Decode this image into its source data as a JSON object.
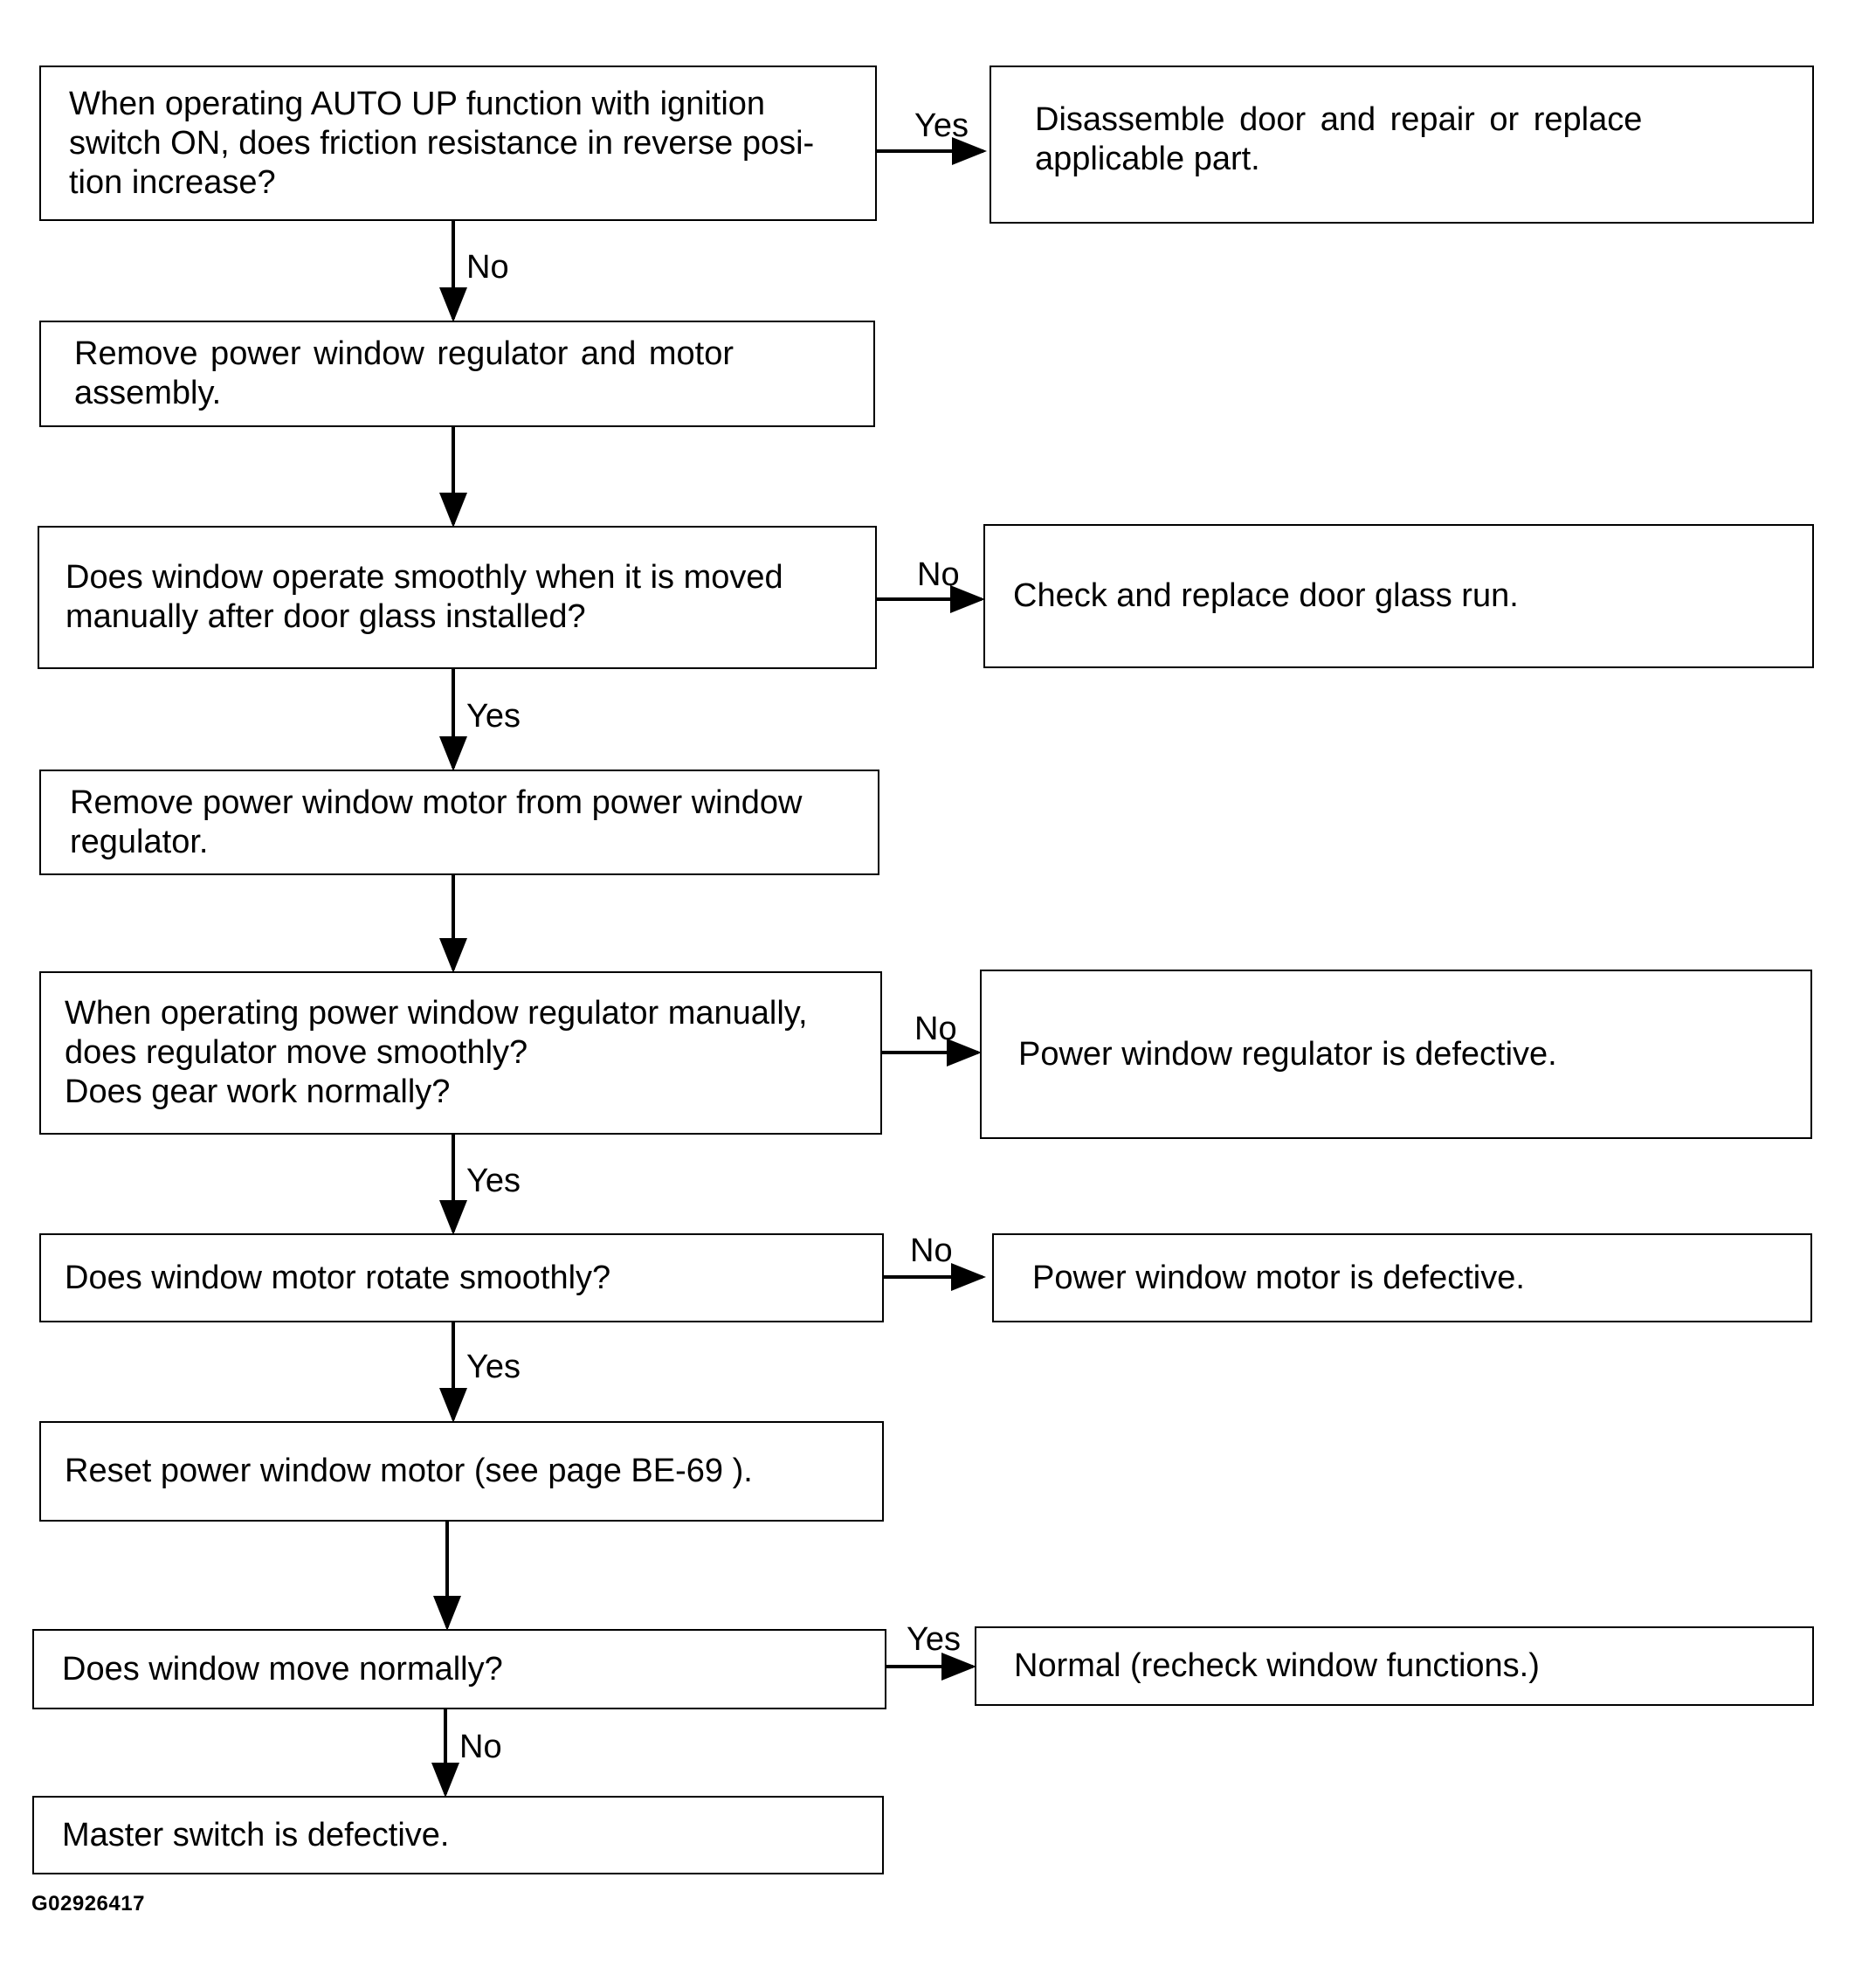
{
  "steps": {
    "q1": "When operating AUTO UP function with ignition switch ON, does friction resistance in reverse position increase?",
    "q1_line1": "When operating AUTO UP function with ignition",
    "q1_line2": "switch ON, does friction resistance in reverse posi-",
    "q1_line3": "tion increase?",
    "r1": "Disassemble door and repair or replace applicable part.",
    "r1_line1": "Disassemble door and repair or replace",
    "r1_line2": "applicable part.",
    "s2": "Remove power window regulator and motor assembly.",
    "s2_line1": "Remove power window regulator and motor",
    "s2_line2": "assembly.",
    "q3_line1": "Does window operate smoothly when it is moved",
    "q3_line2": "manually after door glass installed?",
    "r3": "Check and replace door glass run.",
    "s4_line1": "Remove power window motor from power window",
    "s4_line2": "regulator.",
    "q5_line1": "When operating power window regulator manually,",
    "q5_line2": "does regulator move smoothly?",
    "q5_line3": "Does gear work normally?",
    "r5": "Power window regulator is defective.",
    "q6": "Does window motor rotate smoothly?",
    "r6": "Power window motor is defective.",
    "s7": "Reset power window motor (see page BE-69 ).",
    "q8": "Does window move normally?",
    "r8": "Normal (recheck window functions.)",
    "s9": "Master switch is defective."
  },
  "labels": {
    "yes": "Yes",
    "no": "No"
  },
  "figure_id": "G02926417"
}
